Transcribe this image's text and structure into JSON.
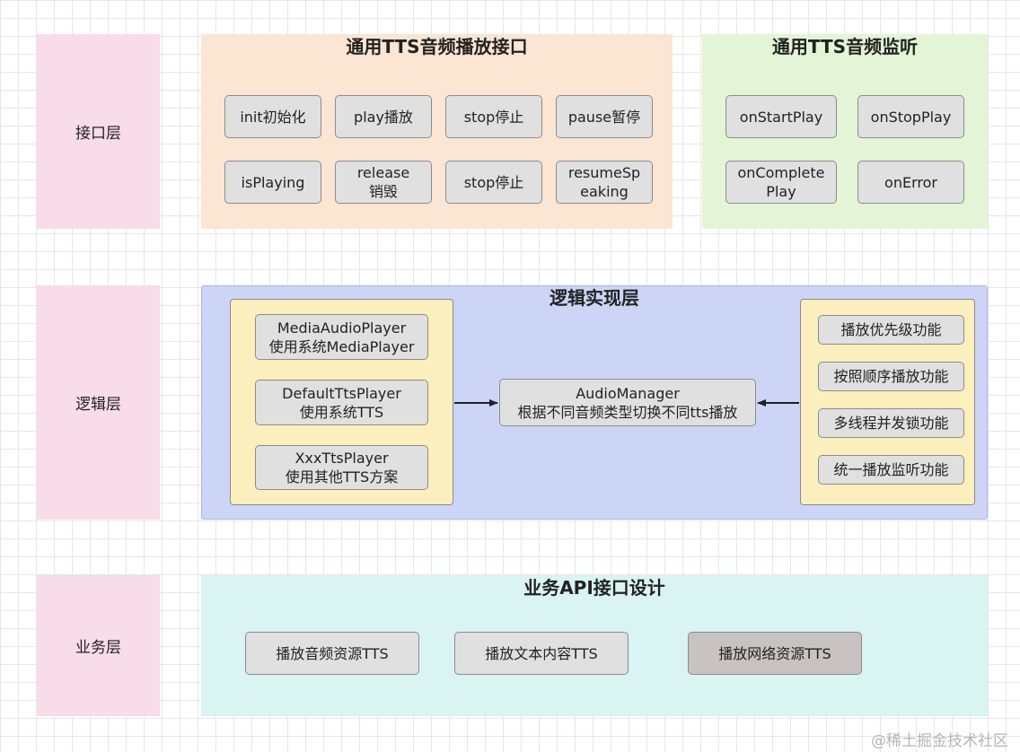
{
  "layers": {
    "interface": "接口层",
    "logic": "逻辑层",
    "business": "业务层"
  },
  "tts_interface": {
    "title": "通用TTS音频播放接口",
    "buttons": [
      "init初始化",
      "play播放",
      "stop停止",
      "pause暂停",
      "isPlaying",
      "release\n销毁",
      "stop停止",
      "resumeSp\neaking"
    ]
  },
  "tts_listener": {
    "title": "通用TTS音频监听",
    "buttons": [
      "onStartPlay",
      "onStopPlay",
      "onComplete\nPlay",
      "onError"
    ]
  },
  "logic": {
    "title": "逻辑实现层",
    "players": [
      "MediaAudioPlayer\n使用系统MediaPlayer",
      "DefaultTtsPlayer\n使用系统TTS",
      "XxxTtsPlayer\n使用其他TTS方案"
    ],
    "manager": "AudioManager\n根据不同音频类型切换不同tts播放",
    "features": [
      "播放优先级功能",
      "按照顺序播放功能",
      "多线程并发锁功能",
      "统一播放监听功能"
    ]
  },
  "business": {
    "title": "业务API接口设计",
    "buttons": [
      "播放音频资源TTS",
      "播放文本内容TTS",
      "播放网络资源TTS"
    ]
  },
  "watermark": "@稀土掘金技术社区",
  "colors": {
    "layer_label": "#f8dcea",
    "interface_panel": "#fbe5d3",
    "listener_panel": "#e3f5d6",
    "logic_panel": "#ccd5f6",
    "business_panel": "#daf3f3",
    "yellow_box": "#fbefbd",
    "button": "#e0e0e0",
    "button_dark": "#c9c2c2"
  }
}
